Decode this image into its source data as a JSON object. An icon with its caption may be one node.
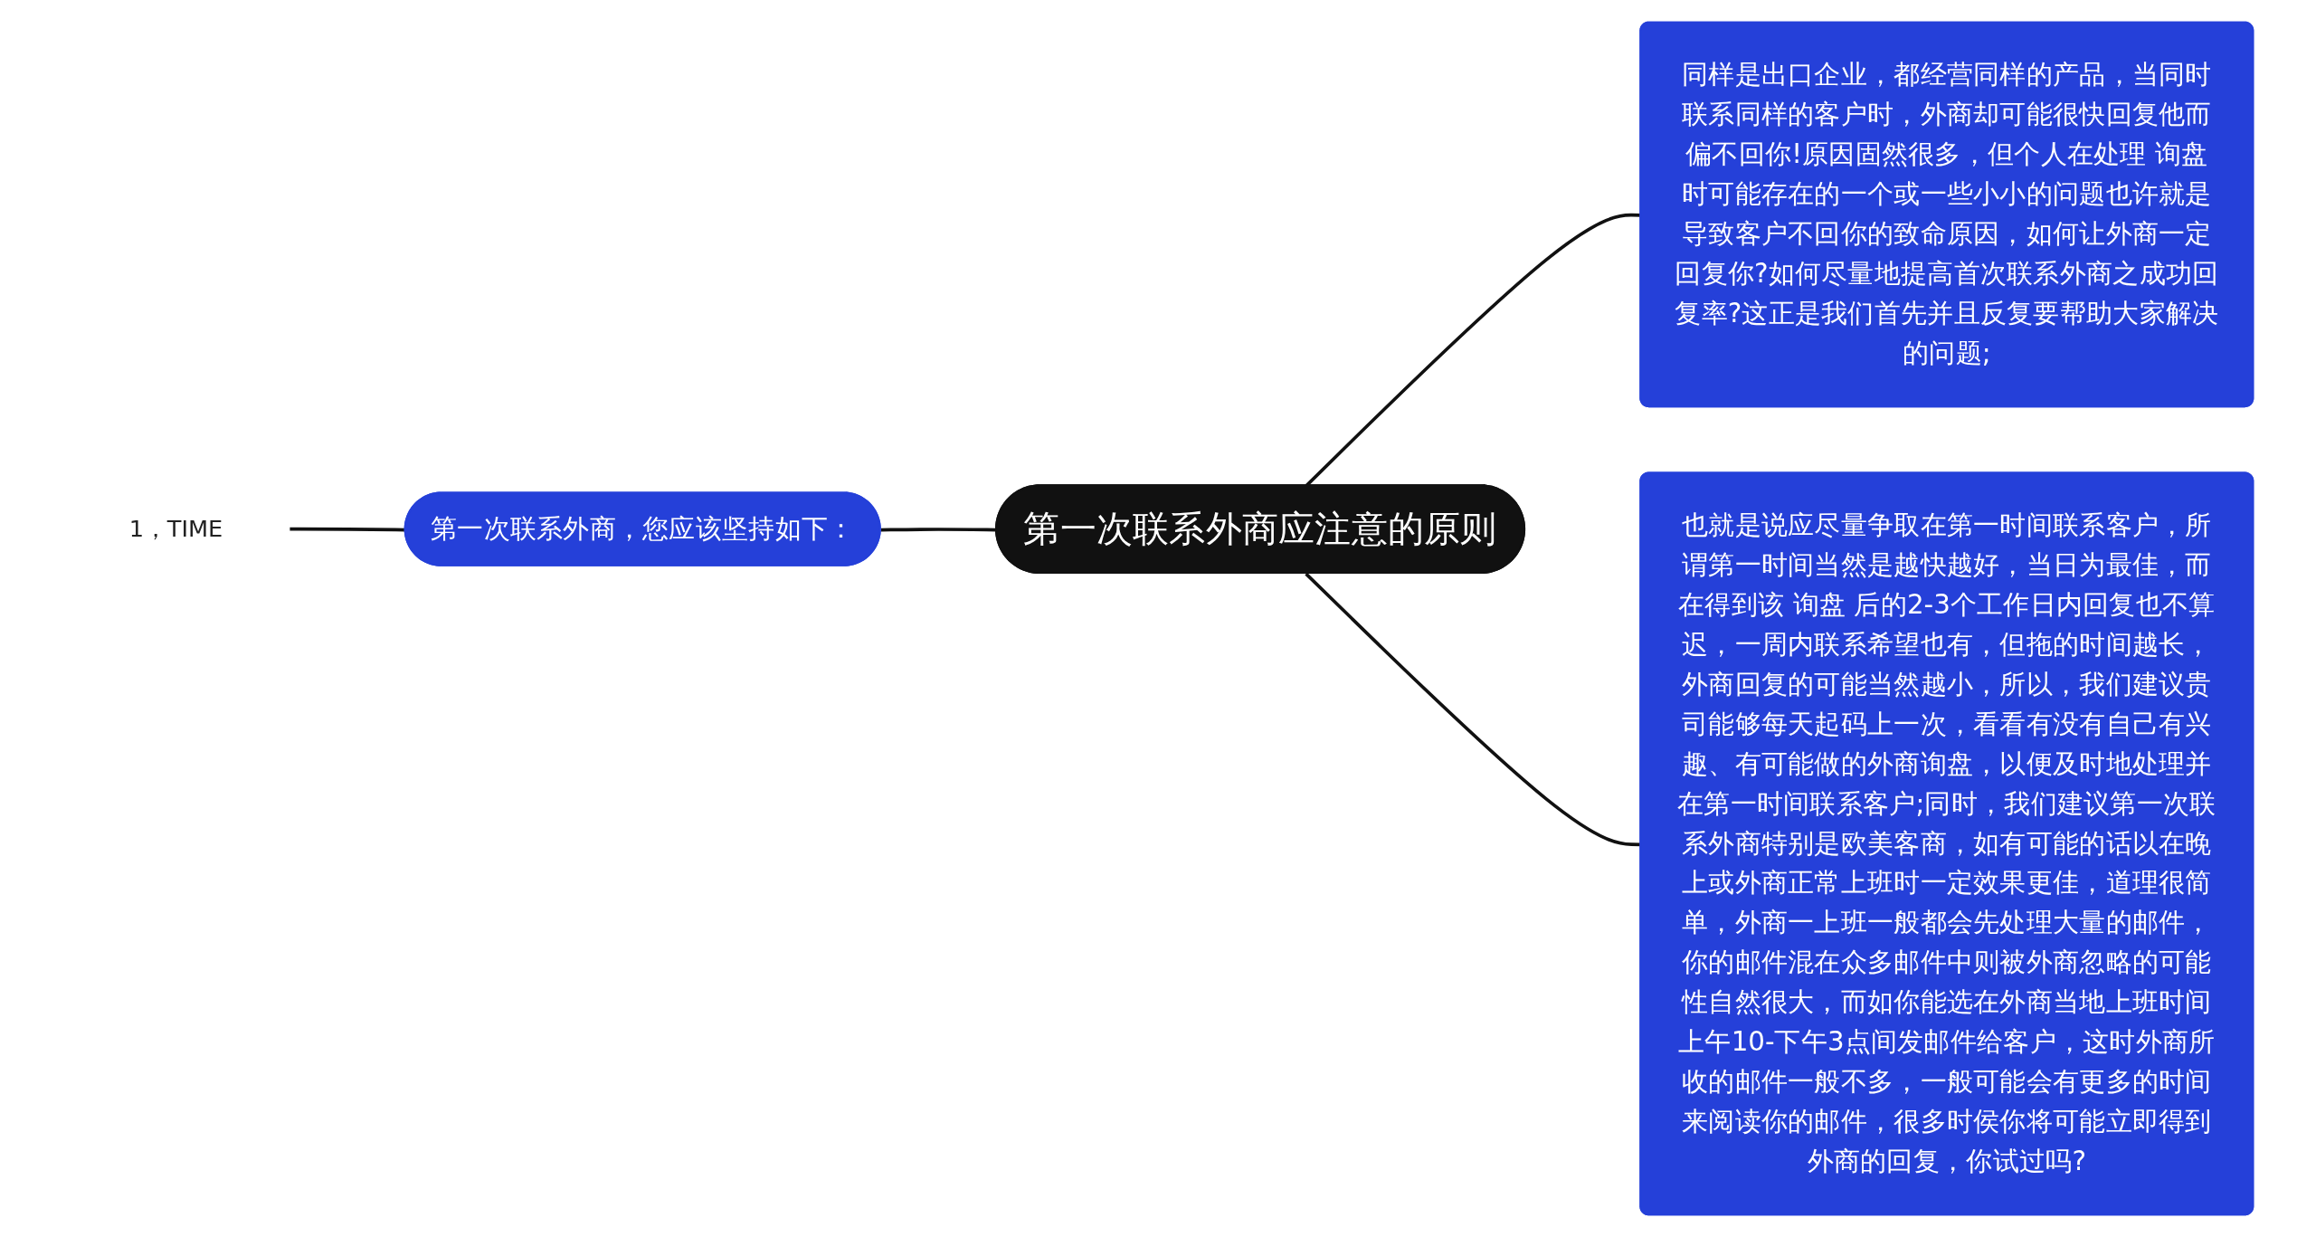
{
  "diagram": {
    "nodes": [
      {
        "text": [
          "第一次联系外商应注意的原则"
        ]
      },
      {
        "text": [
          "同样是出口企业，都经营同样的产品，当同时联系同样的客户时，外商却可能很快回复他而偏不回你!原因固然很多，但个人在处理 询盘时可能存在的一个或一些小小的问题也许就是导致客户不回你的致命原因，如何让外商一定回复你?如何尽量地提高首次联系外商之成功回复率?这正是我们首先并且反复要帮助大家解决的问题;"
        ]
      },
      {
        "text": [
          "也就是说应尽量争取在第一时间联系客户，所谓第一时间当然是越快越好，当日为最佳，而在得到该 询盘 后的2-3个工作日内回复也不算迟，一周内联系希望也有，但拖的时间越长，外商回复的可能当然越小，所以，我们建议贵司能够每天起码上一次，看看有没有自己有兴趣、有可能做的外商询盘，以便及时地处理并在第一时间联系客户;同时，我们建议第一次联系外商特别是欧美客商，如有可能的话以在晚上或外商正常上班时一定效果更佳，道理很简单，外商一上班一般都会先处理大量的邮件，你的邮件混在众多邮件中则被外商忽略的可能性自然很大，而如你能选在外商当地上班时间上午10-下午3点间发邮件给客户，这时外商所收的邮件一般不多，一般可能会有更多的时间来阅读你的邮件，很多时侯你将可能立即得到外商的回复，你试过吗?"
        ]
      },
      {
        "text": [
          "第一次联系外商，您应该坚持如下："
        ]
      },
      {
        "text": [
          "1，TIME"
        ]
      }
    ],
    "edges": [
      {
        "from": 4,
        "to": 3,
        "arrow": "none"
      },
      {
        "from": 3,
        "to": 0,
        "arrow": "none"
      },
      {
        "from": 0,
        "to": 1,
        "arrow": "none"
      },
      {
        "from": 0,
        "to": 2,
        "arrow": "none"
      }
    ]
  }
}
